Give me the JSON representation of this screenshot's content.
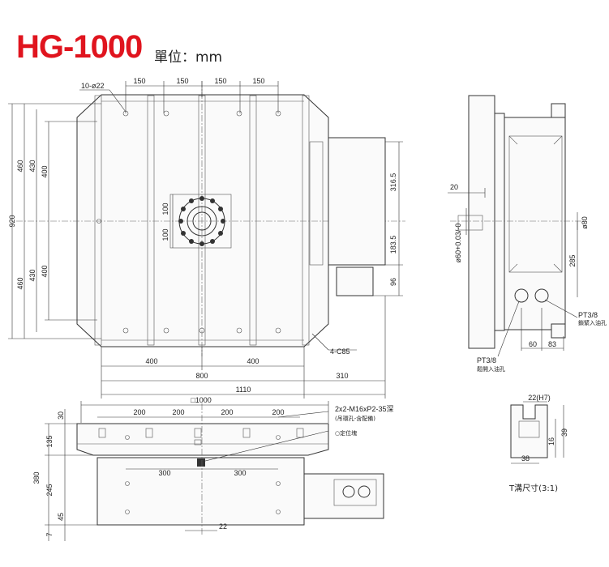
{
  "title": "HG-1000",
  "unit": "單位：mm",
  "top_view": {
    "top_spacing": [
      "150",
      "150",
      "150",
      "150"
    ],
    "holes_note": "10-ø22",
    "left_dims": [
      "920",
      "460",
      "430",
      "400",
      "460",
      "430",
      "400"
    ],
    "center_dims": [
      "100",
      "100"
    ],
    "right_dims": [
      "316.5",
      "183.5",
      "96"
    ],
    "chamfer": "4-C85",
    "bottom_dims": [
      "400",
      "400",
      "800",
      "1110",
      "310"
    ]
  },
  "side_view": {
    "dims": [
      "20",
      "ø60+0.03/-0",
      "ø80",
      "285",
      "60",
      "83"
    ],
    "port_right": "PT3/8",
    "port_right_note": "鎖緊入油孔",
    "port_left": "PT3/8",
    "port_left_note": "鬆開入油孔"
  },
  "front_view": {
    "top_dims": [
      "200",
      "200",
      "200",
      "200"
    ],
    "width": "□1000",
    "bolt_note": "2x2-M16xP2-35深",
    "bolt_note2": "(吊環孔-含配備)",
    "locating_note": "○定位塊",
    "left_dims": [
      "30",
      "135",
      "380",
      "245",
      "45",
      "7"
    ],
    "mid_dims": [
      "300",
      "300"
    ],
    "bottom_dim": "22"
  },
  "tslot": {
    "top": "22(H7)",
    "right1": "16",
    "right2": "39",
    "bottom": "38",
    "caption": "T溝尺寸(3:1)"
  }
}
